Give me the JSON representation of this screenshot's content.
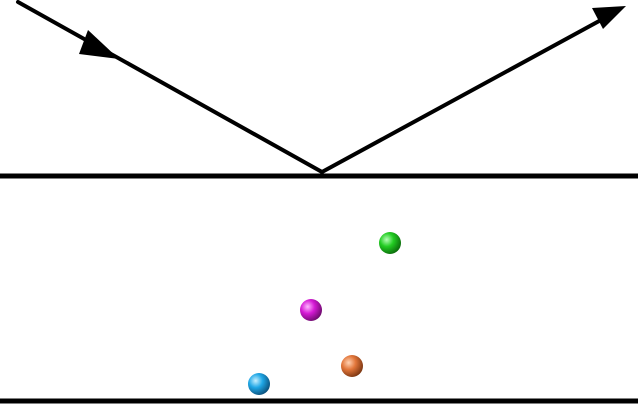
{
  "diagram": {
    "description_text": "",
    "colors": {
      "line": "#000000",
      "background": "#ffffff"
    },
    "particles": [
      {
        "name": "green-particle",
        "color": "#22cc22"
      },
      {
        "name": "magenta-particle",
        "color": "#d51ad5"
      },
      {
        "name": "orange-particle",
        "color": "#e2763a"
      },
      {
        "name": "cyan-particle",
        "color": "#1fa7e6"
      }
    ]
  }
}
